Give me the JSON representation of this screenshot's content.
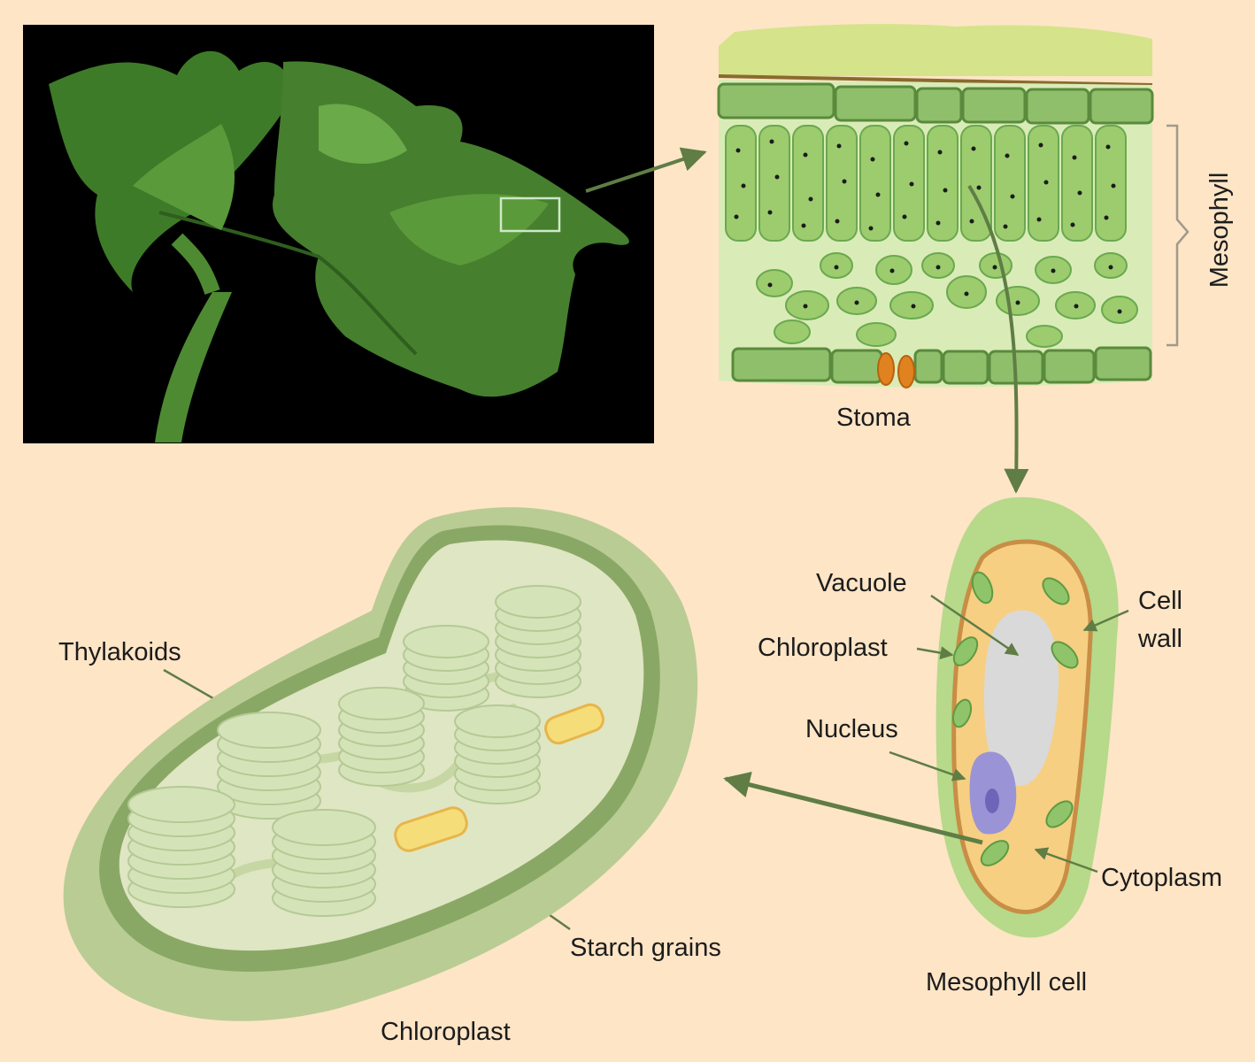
{
  "labels": {
    "mesophyll": "Mesophyll",
    "stoma": "Stoma",
    "vacuole": "Vacuole",
    "cell": "Cell",
    "wall": "wall",
    "chloroplast_cell": "Chloroplast",
    "nucleus": "Nucleus",
    "cytoplasm": "Cytoplasm",
    "mesophyll_cell": "Mesophyll cell",
    "thylakoids": "Thylakoids",
    "starch_grains": "Starch grains",
    "chloroplast_title": "Chloroplast"
  },
  "colors": {
    "background": "#fde5c6",
    "photo_background": "#000000",
    "leaf_green": "#4e8a32",
    "tissue_green": "#a9d27a",
    "cell_green": "#6aa84f",
    "epidermis_green": "#8fbf6a",
    "upper_layer": "#d5e38a",
    "stoma": "#e0821f",
    "cytoplasm": "#f6cf82",
    "cell_wall": "#b6d98a",
    "vacuole": "#d9d9d9",
    "nucleus": "#9a93d6",
    "arrow": "#5f7d45",
    "chloroplast_outer": "#b9cc94",
    "chloroplast_inner": "#dfe6c3",
    "thylakoid": "#d5e4b8",
    "starch": "#f5dd7a"
  }
}
